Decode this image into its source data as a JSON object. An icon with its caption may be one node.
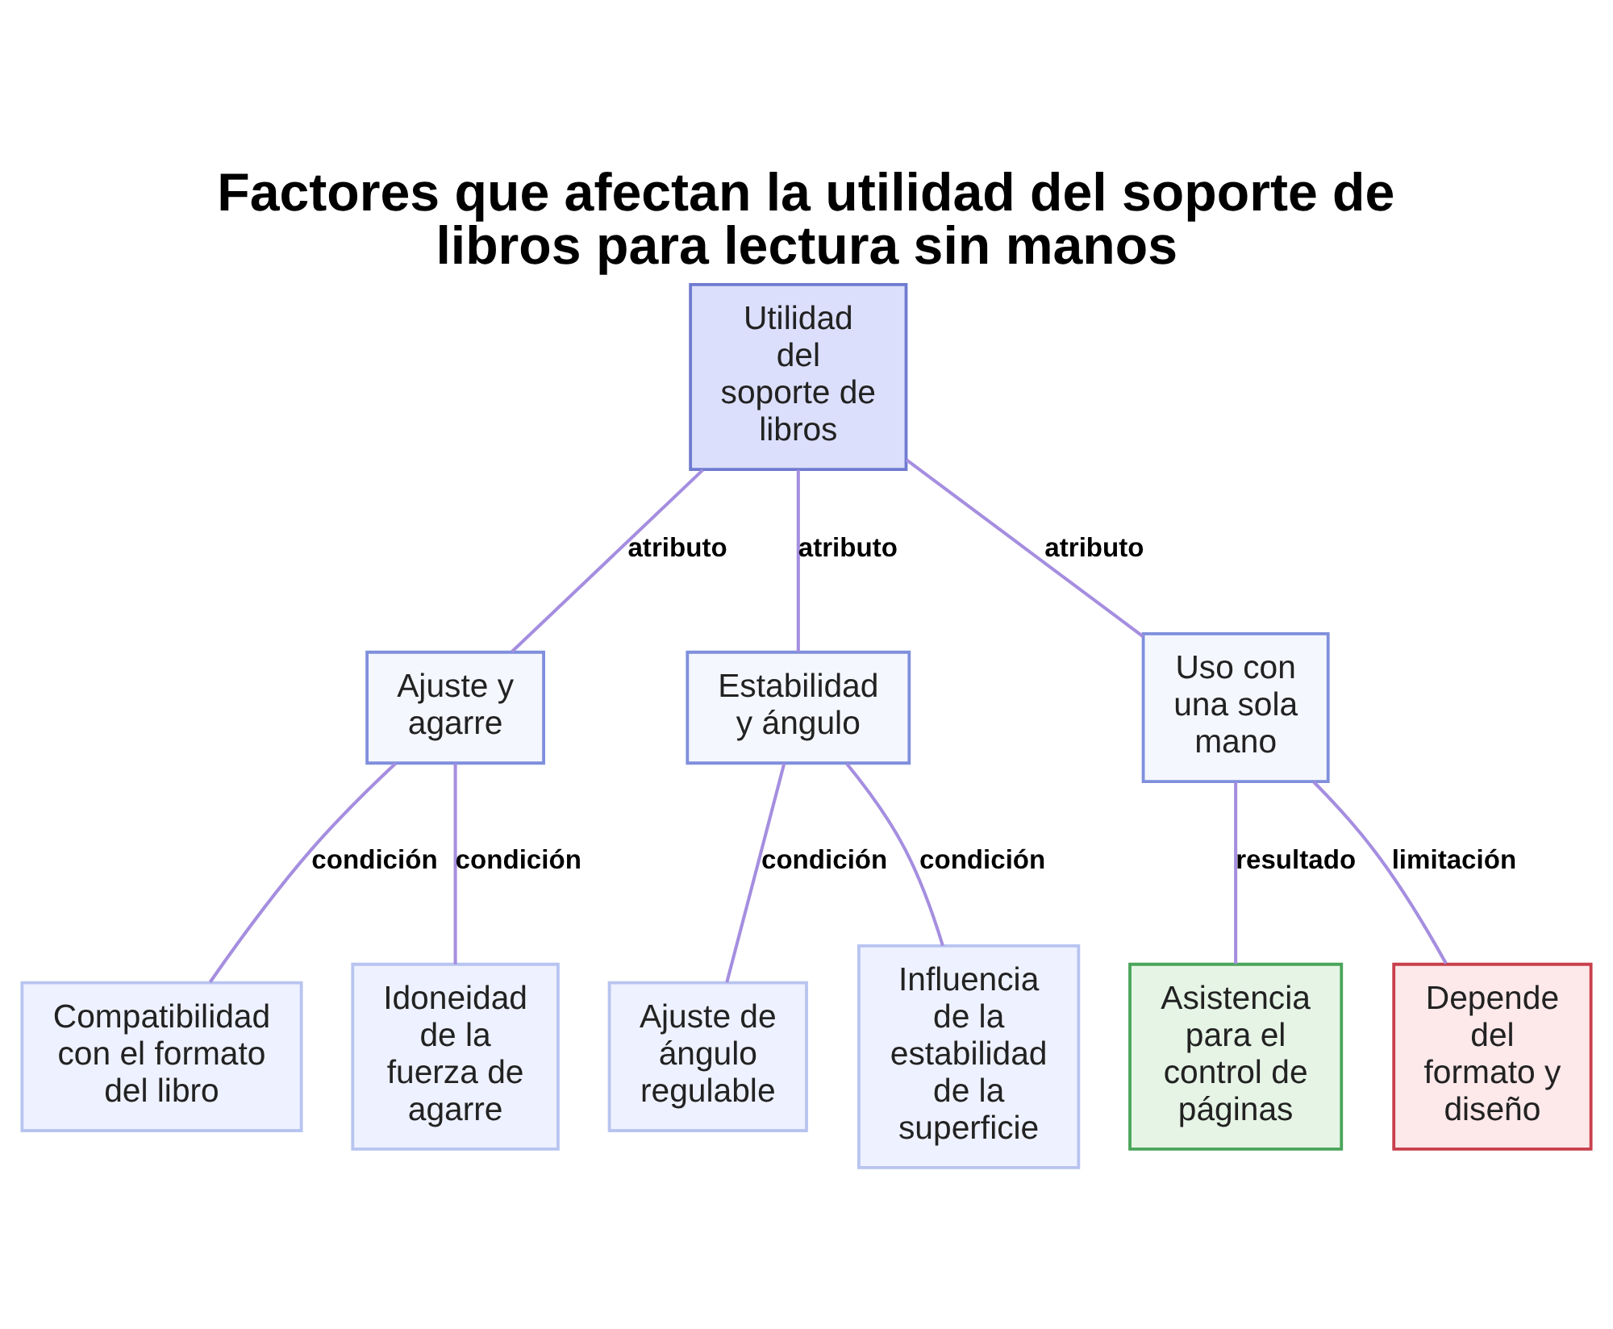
{
  "diagram": {
    "title": "Factores que afectan la utilidad del soporte de libros para lectura sin manos",
    "nodes": [
      {
        "text": [
          "Utilidad del soporte de libros"
        ]
      },
      {
        "text": [
          "Ajuste y agarre"
        ]
      },
      {
        "text": [
          "Estabilidad y ángulo"
        ]
      },
      {
        "text": [
          "Uso con una sola mano"
        ]
      },
      {
        "text": [
          "Compatibilidad con el formato del libro"
        ]
      },
      {
        "text": [
          "Idoneidad de la fuerza de agarre"
        ]
      },
      {
        "text": [
          "Ajuste de ángulo regulable"
        ]
      },
      {
        "text": [
          "Influencia de la estabilidad de la superficie"
        ]
      },
      {
        "text": [
          "Asistencia para el control de páginas"
        ]
      },
      {
        "text": [
          "Depende del formato y diseño"
        ]
      }
    ],
    "edges": [
      {
        "from": 0,
        "to": 1,
        "arrow": "none",
        "label": "atributo"
      },
      {
        "from": 0,
        "to": 2,
        "arrow": "none",
        "label": "atributo"
      },
      {
        "from": 0,
        "to": 3,
        "arrow": "none",
        "label": "atributo"
      },
      {
        "from": 1,
        "to": 4,
        "arrow": "none",
        "label": "condición"
      },
      {
        "from": 1,
        "to": 5,
        "arrow": "none",
        "label": "condición"
      },
      {
        "from": 2,
        "to": 6,
        "arrow": "none",
        "label": "condición"
      },
      {
        "from": 2,
        "to": 7,
        "arrow": "none",
        "label": "condición"
      },
      {
        "from": 3,
        "to": 8,
        "arrow": "none",
        "label": "resultado"
      },
      {
        "from": 3,
        "to": 9,
        "arrow": "none",
        "label": "limitación"
      }
    ]
  }
}
